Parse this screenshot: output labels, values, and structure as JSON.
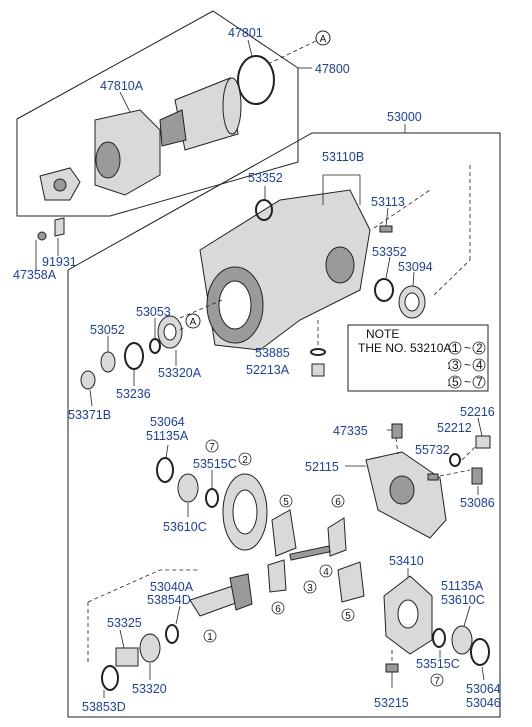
{
  "labels": {
    "p47801": "47801",
    "p47800": "47800",
    "p47810A": "47810A",
    "p53000": "53000",
    "p53110B": "53110B",
    "p53352a": "53352",
    "p53113": "53113",
    "p53352b": "53352",
    "p53094": "53094",
    "p91931": "91931",
    "p47358A": "47358A",
    "p53053": "53053",
    "p53052": "53052",
    "p53320A": "53320A",
    "p53236": "53236",
    "p53371B": "53371B",
    "p53885": "53885",
    "p52213A": "52213A",
    "p53064a": "53064",
    "p51135Aa": "51135A",
    "p53515Ca": "53515C",
    "p53610Ca": "53610C",
    "p47335": "47335",
    "p52216": "52216",
    "p52212": "52212",
    "p55732": "55732",
    "p52115": "52115",
    "p53086": "53086",
    "p53410": "53410",
    "p53040A": "53040A",
    "p53854D": "53854D",
    "p51135Ab": "51135A",
    "p53610Cb": "53610C",
    "p53325": "53325",
    "p53320": "53320",
    "p53853D": "53853D",
    "p53515Cb": "53515C",
    "p53215": "53215",
    "p53064b": "53064",
    "p53046": "53046"
  },
  "refs": {
    "a_top": "A",
    "a_mid": "A",
    "c1": "1",
    "c2": "2",
    "c3": "3",
    "c4": "4",
    "c5a": "5",
    "c5b": "5",
    "c6a": "6",
    "c6b": "6",
    "c7a": "7",
    "c7b": "7"
  },
  "note": {
    "title": "NOTE",
    "line1_prefix": "THE NO. 53210A:",
    "rows": [
      {
        "a": "1",
        "b": "2"
      },
      {
        "a": "3",
        "b": "4"
      },
      {
        "a": "5",
        "b": "7"
      }
    ],
    "sep": "~",
    "colon": ":"
  }
}
